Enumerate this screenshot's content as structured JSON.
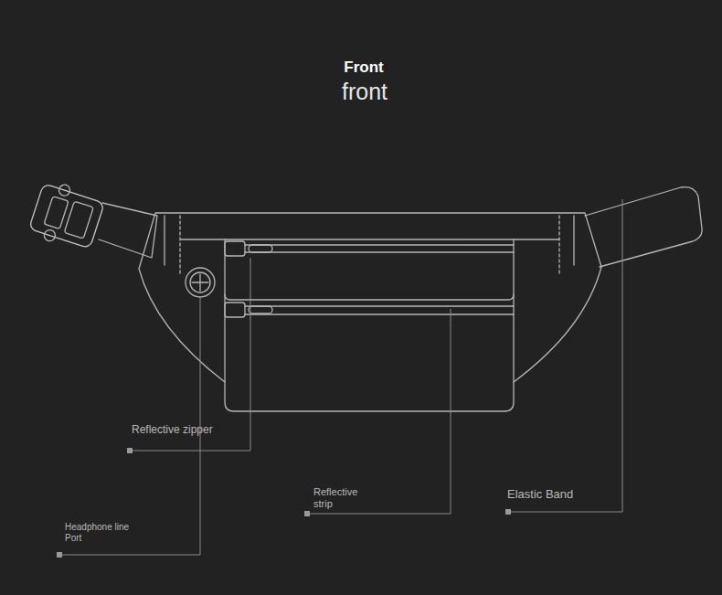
{
  "diagram": {
    "title": "Front",
    "labels": [
      "front",
      "Reflective zipper",
      "Headphone line Port",
      "Reflective strip",
      "Elastic Band"
    ]
  }
}
